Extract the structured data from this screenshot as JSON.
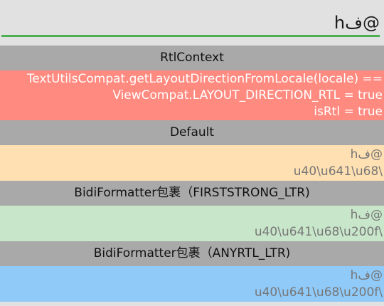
{
  "input": {
    "value": "hف@"
  },
  "sections": [
    {
      "title": "RtlContext",
      "lines": [
        "TextUtilsCompat.getLayoutDirectionFromLocale(locale) ==",
        "ViewCompat.LAYOUT_DIRECTION_RTL = true",
        "isRtl = true"
      ],
      "color": "#ff8a80"
    },
    {
      "title": "Default",
      "lines": [
        "hف@",
        "u40\\u641\\u68\\"
      ],
      "color": "#ffe0b2"
    },
    {
      "title": "BidiFormatter包裹（FIRSTSTRONG_LTR)",
      "lines": [
        "hف@",
        "u40\\u641\\u68\\u200f\\"
      ],
      "color": "#c8e6c9"
    },
    {
      "title": "BidiFormatter包裹（ANYRTL_LTR)",
      "lines": [
        "hف@",
        "u40\\u641\\u68\\u200f\\"
      ],
      "color": "#90caf9"
    }
  ]
}
